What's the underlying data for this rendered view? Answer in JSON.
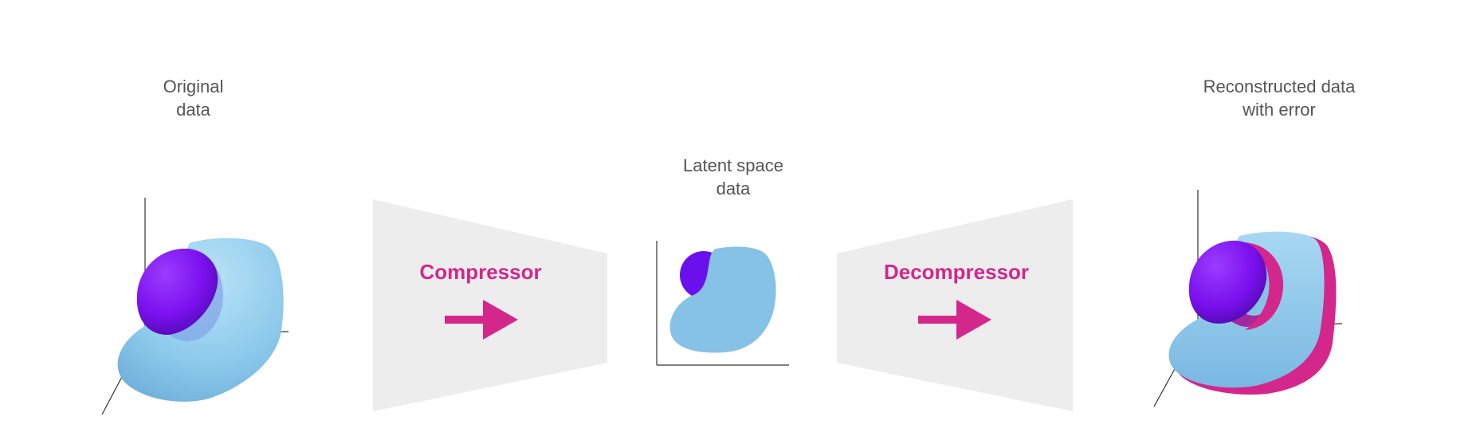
{
  "labels": {
    "original": "Original\ndata",
    "latent": "Latent space\ndata",
    "reconstructed": "Reconstructed data\nwith error"
  },
  "stages": {
    "compressor": "Compressor",
    "decompressor": "Decompressor"
  },
  "colors": {
    "accent": "#d3278b",
    "sphere": "#7b10ee",
    "blob": "#8ac8ea",
    "funnel": "#ededed",
    "axis": "#333333",
    "text": "#555555"
  }
}
